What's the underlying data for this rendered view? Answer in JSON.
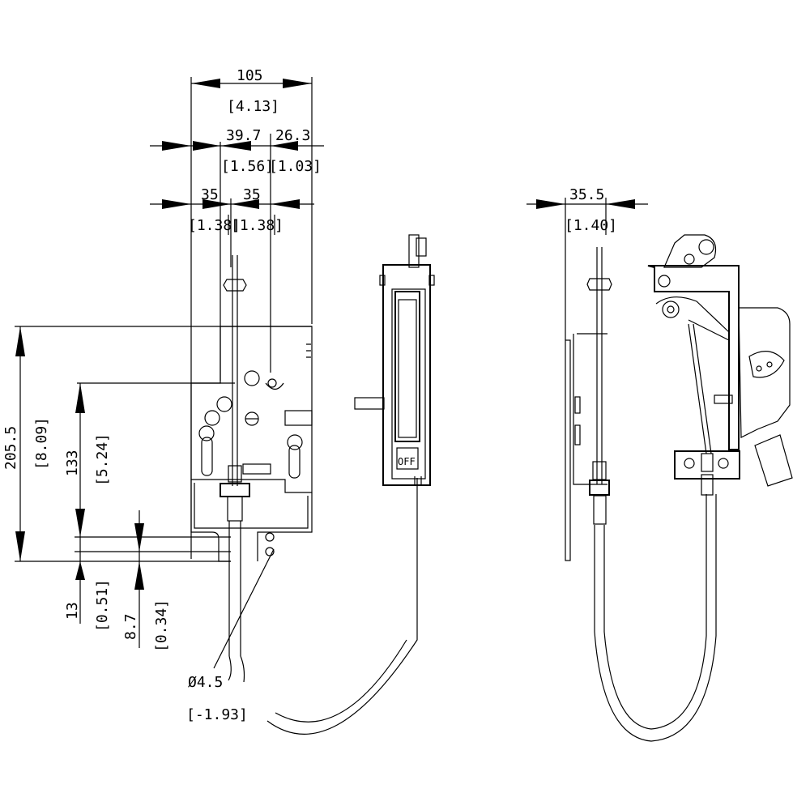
{
  "drawing": {
    "front_view": {
      "width_total": {
        "value": "105",
        "inch": "[4.13]"
      },
      "offset_a": {
        "value": "39.7",
        "inch": "[1.56]"
      },
      "offset_b": {
        "value": "26.3",
        "inch": "[1.03]"
      },
      "hole_a": {
        "value": "35",
        "inch": "[1.38]"
      },
      "hole_b": {
        "value": "35",
        "inch": "[1.38]"
      },
      "height_total": {
        "value": "205.5",
        "inch": "[8.09]"
      },
      "height_mid": {
        "value": "133",
        "inch": "[5.24]"
      },
      "bottom_a": {
        "value": "13",
        "inch": "[0.51]"
      },
      "bottom_b": {
        "value": "8.7",
        "inch": "[0.34]"
      },
      "hole_dia": {
        "value": "Ø4.5",
        "inch": "[-1.93]"
      }
    },
    "handle_label": "OFF",
    "side_view": {
      "offset": {
        "value": "35.5",
        "inch": "[1.40]"
      }
    }
  },
  "colors": {
    "line": "#000000",
    "background": "#ffffff"
  }
}
